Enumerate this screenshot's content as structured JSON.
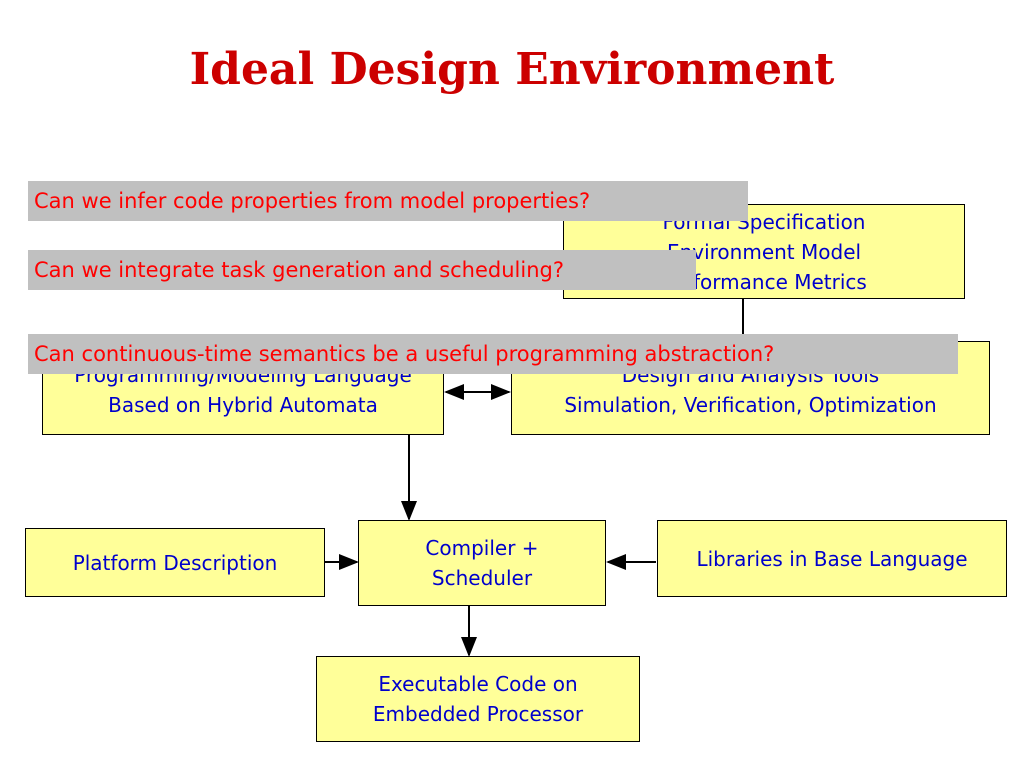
{
  "title": "Ideal Design Environment",
  "colors": {
    "title": "#cc0000",
    "box_fill": "#ffff99",
    "box_text": "#0000cc",
    "question_fill": "#c0c0c0",
    "question_text": "#ff0000"
  },
  "boxes": {
    "formal_spec": {
      "line1": "Formal Specification",
      "line2": "Environment Model",
      "line3": "Performance Metrics"
    },
    "programming_language": {
      "line1": "Programming/Modeling Language",
      "line2": "Based on Hybrid Automata"
    },
    "design_tools": {
      "line1": "Design and Analysis Tools",
      "line2": "Simulation, Verification, Optimization"
    },
    "platform": {
      "line1": "Platform Description"
    },
    "compiler": {
      "line1": "Compiler +",
      "line2": "Scheduler"
    },
    "libraries": {
      "line1": "Libraries in Base Language"
    },
    "executable": {
      "line1": "Executable Code on",
      "line2": "Embedded Processor"
    }
  },
  "questions": {
    "q1": "Can we infer code properties from model properties?",
    "q2": "Can we integrate task generation and scheduling?",
    "q3": "Can continuous-time semantics be a useful programming abstraction?"
  }
}
